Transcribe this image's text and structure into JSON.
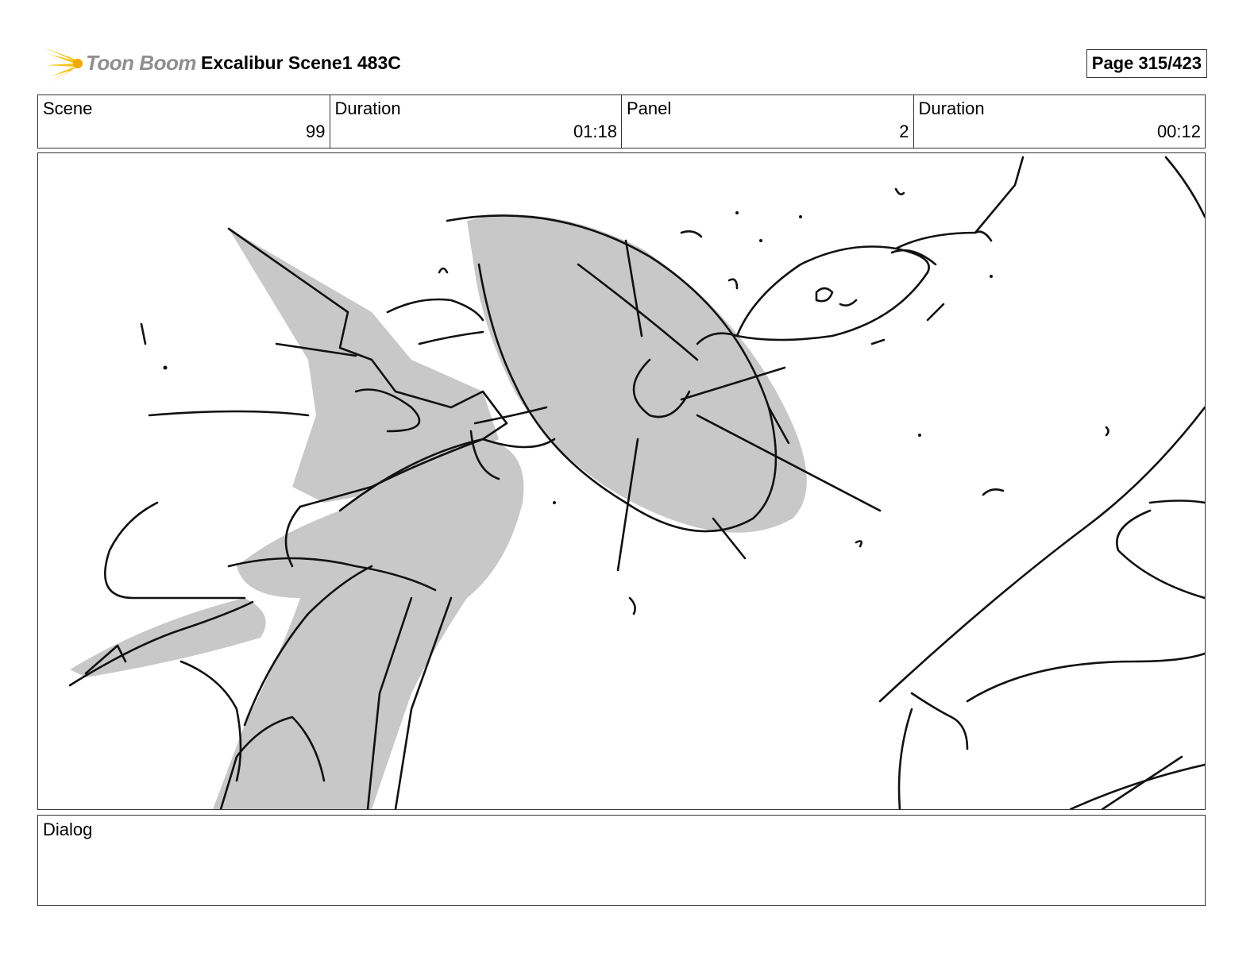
{
  "header": {
    "logo_text": "Toon Boom",
    "title": "Excalibur Scene1 483C",
    "page": "Page 315/423"
  },
  "info": [
    {
      "label": "Scene",
      "value": "99"
    },
    {
      "label": "Duration",
      "value": "01:18"
    },
    {
      "label": "Panel",
      "value": "2"
    },
    {
      "label": "Duration",
      "value": "00:12"
    }
  ],
  "dialog": {
    "label": "Dialog",
    "text": ""
  },
  "colors": {
    "logo_star": "#f5c518",
    "sketch_fill": "#c8c8c8",
    "sketch_line": "#111111"
  }
}
